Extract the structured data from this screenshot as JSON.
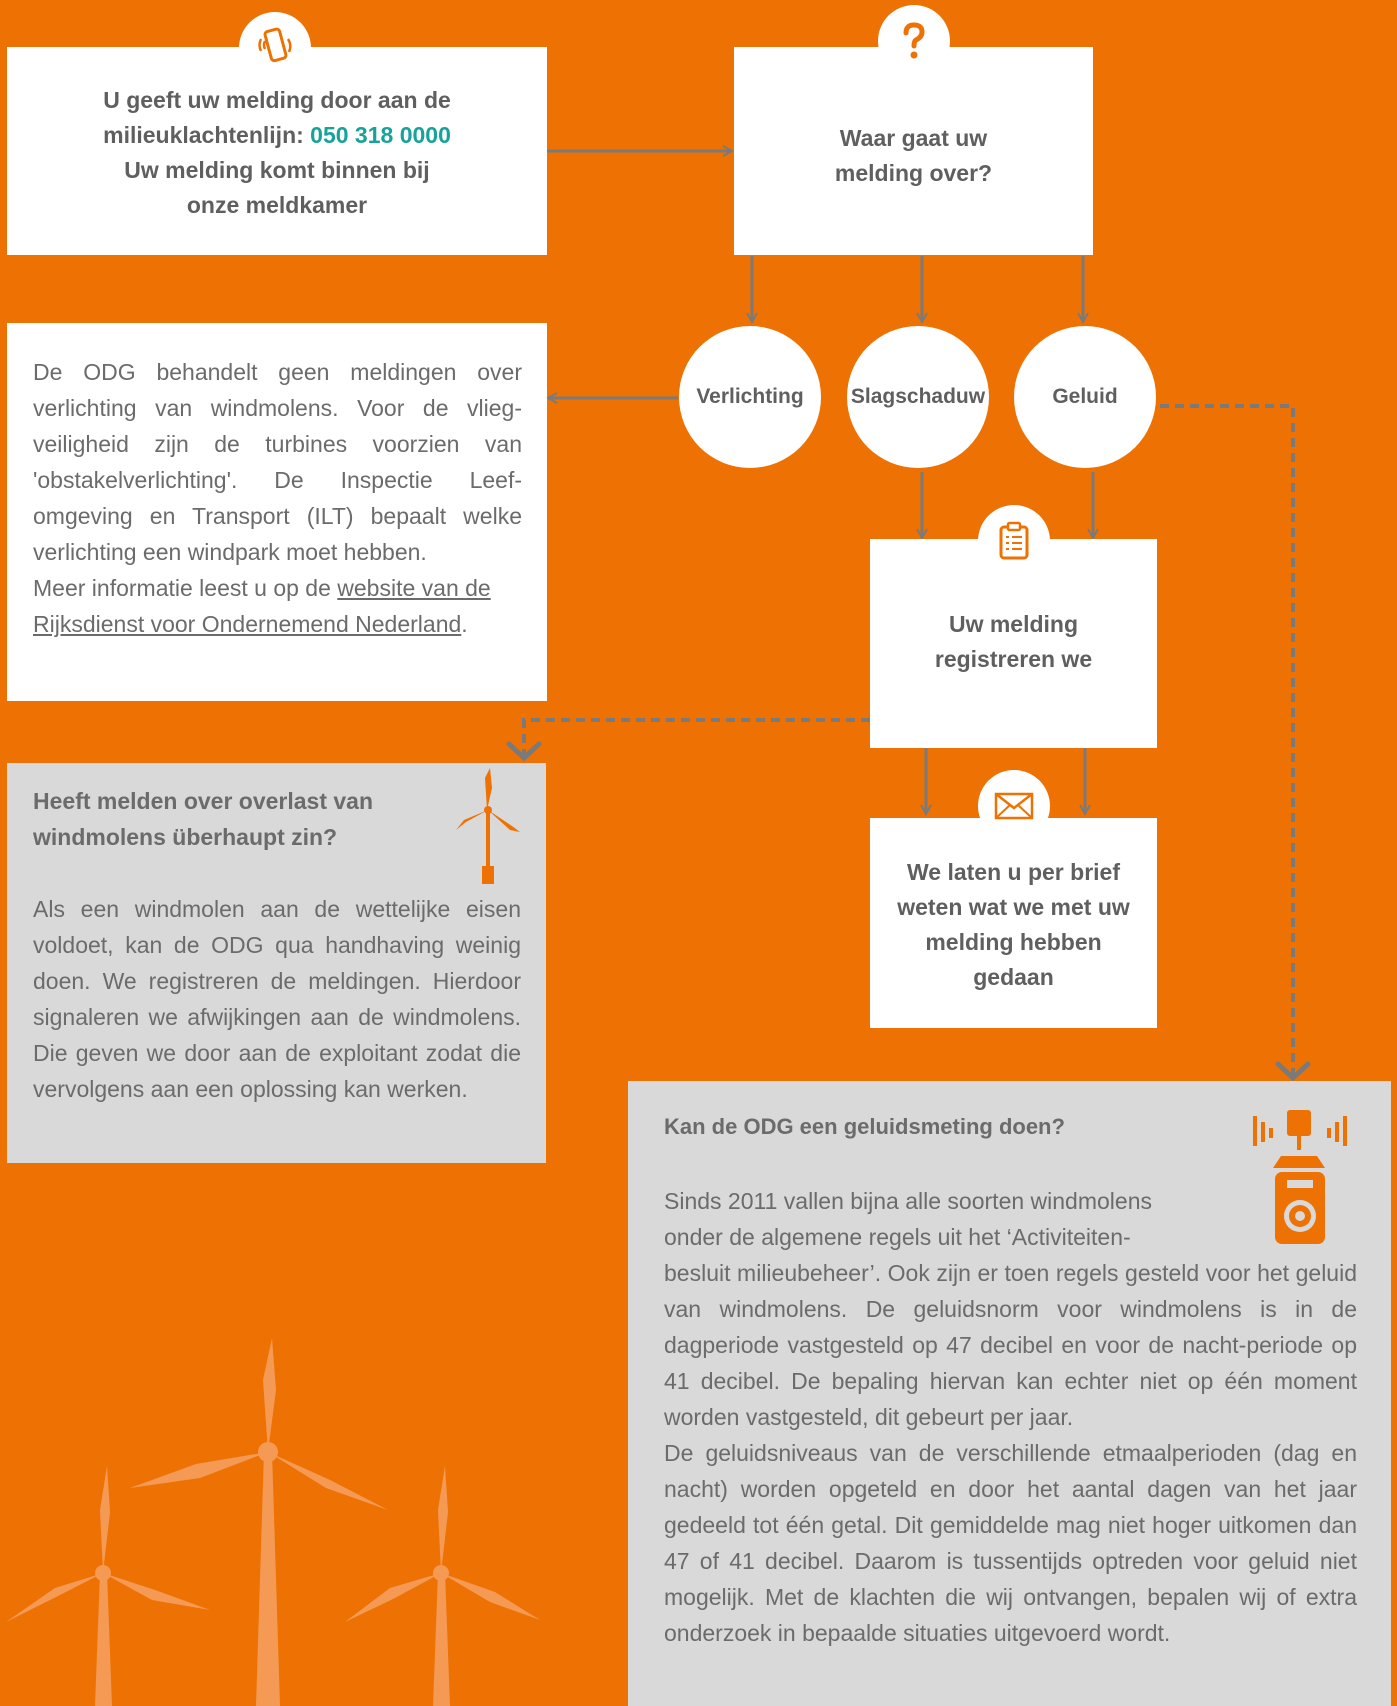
{
  "start": {
    "line1": "U geeft uw melding door aan de",
    "line2_prefix": "milieuklachtenlijn: ",
    "phone": "050 318 0000",
    "line3": "Uw melding komt binnen bij",
    "line4": "onze meldkamer"
  },
  "question": {
    "line1": "Waar gaat uw",
    "line2": "melding over?"
  },
  "categories": [
    "Verlichting",
    "Slagschaduw",
    "Geluid"
  ],
  "lighting_info": {
    "text": "De ODG behandelt geen meldingen over verlichting van windmolens. Voor de vlieg-veiligheid zijn de turbines voorzien van 'obstakelverlichting'. De Inspectie Leef-omgeving en Transport (ILT) bepaalt welke verlichting een windpark moet hebben.",
    "more_prefix": "Meer informatie leest u op de ",
    "link": "website van de Rijksdienst voor Ondernemend Nederland",
    "suffix": "."
  },
  "register": {
    "line1": "Uw melding",
    "line2": "registreren we"
  },
  "letter": {
    "line1": "We laten u per brief",
    "line2": "weten wat we met uw",
    "line3": "melding hebben",
    "line4": "gedaan"
  },
  "usefulness": {
    "title_line1": "Heeft melden over overlast van",
    "title_line2": "windmolens überhaupt zin?",
    "body": "Als een windmolen aan de wettelijke eisen voldoet, kan de ODG qua handhaving weinig doen. We registreren de meldingen. Hierdoor signaleren we afwijkingen aan de windmolens. Die geven we door aan de exploitant zodat die vervolgens aan een oplossing kan werken."
  },
  "noise": {
    "title": "Kan de ODG een geluidsmeting doen?",
    "p1_line1": "Sinds 2011 vallen bijna alle soorten windmolens",
    "p1_line2": "onder de algemene regels uit het ‘Activiteiten-",
    "p1_rest": "besluit milieubeheer’. Ook zijn er toen regels gesteld voor het geluid van windmolens. De geluidsnorm voor windmolens is in de dagperiode vastgesteld op 47 decibel en voor de nacht-periode op 41 decibel. De bepaling hiervan kan echter niet op één moment worden vastgesteld, dit gebeurt per jaar.",
    "p2": "De geluidsniveaus van de verschillende etmaalperioden (dag en nacht) worden opgeteld en door het aantal dagen van het jaar gedeeld tot één getal. Dit gemiddelde mag niet hoger uitkomen dan 47 of 41 decibel.  Daarom is tussentijds optreden voor geluid niet mogelijk. Met de klachten die wij ontvangen, bepalen wij of extra onderzoek in bepaalde situaties uitgevoerd wordt."
  },
  "icons": {
    "phone": "phone-icon",
    "question": "question-icon",
    "clipboard": "clipboard-icon",
    "envelope": "envelope-icon",
    "wind_turbine": "wind-turbine-icon",
    "sound_meter": "sound-meter-icon"
  },
  "colors": {
    "background": "#EE7203",
    "accent": "#EE7203",
    "phone_text": "#17A39A",
    "connector": "#7A7A7A",
    "grey_box": "#D9D9D9"
  }
}
